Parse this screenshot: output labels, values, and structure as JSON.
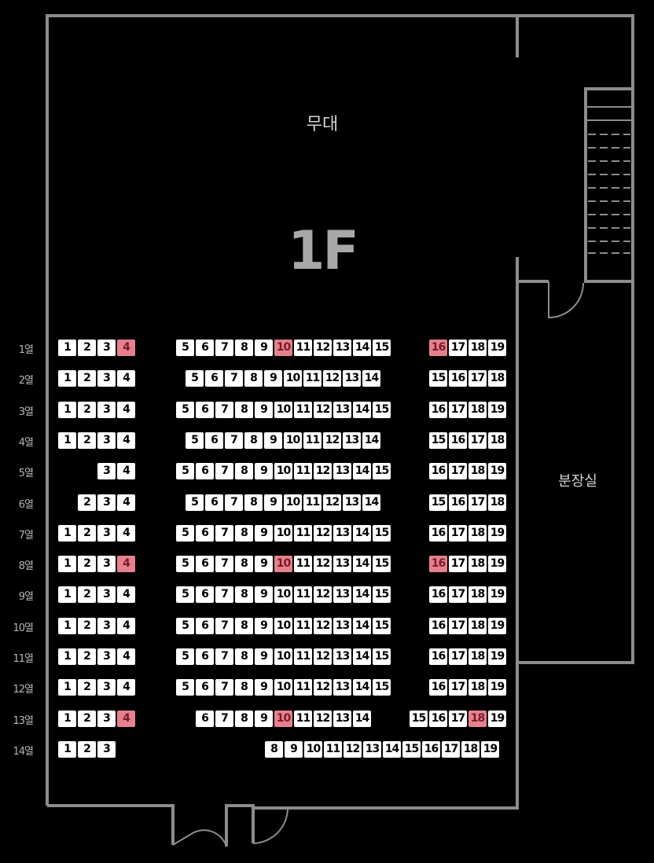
{
  "floor": "1F",
  "stage_label": "무대",
  "dressing_room_label": "분장실",
  "colors": {
    "background": "#000000",
    "wall": "#8c8c8c",
    "seat": "#ffffff",
    "reserved": "#e5818d"
  },
  "rows": [
    {
      "label": "1열",
      "groups": [
        [
          1,
          2,
          3,
          4
        ],
        [
          5,
          6,
          7,
          8,
          9,
          10,
          11,
          12,
          13,
          14,
          15
        ],
        [
          16,
          17,
          18,
          19
        ]
      ],
      "reserved": [
        4,
        10,
        16
      ]
    },
    {
      "label": "2열",
      "groups": [
        [
          1,
          2,
          3,
          4
        ],
        [
          5,
          6,
          7,
          8,
          9,
          10,
          11,
          12,
          13,
          14
        ],
        [
          15,
          16,
          17,
          18
        ]
      ],
      "reserved": []
    },
    {
      "label": "3열",
      "groups": [
        [
          1,
          2,
          3,
          4
        ],
        [
          5,
          6,
          7,
          8,
          9,
          10,
          11,
          12,
          13,
          14,
          15
        ],
        [
          16,
          17,
          18,
          19
        ]
      ],
      "reserved": []
    },
    {
      "label": "4열",
      "groups": [
        [
          1,
          2,
          3,
          4
        ],
        [
          5,
          6,
          7,
          8,
          9,
          10,
          11,
          12,
          13,
          14
        ],
        [
          15,
          16,
          17,
          18
        ]
      ],
      "reserved": []
    },
    {
      "label": "5열",
      "groups": [
        [
          3,
          4
        ],
        [
          5,
          6,
          7,
          8,
          9,
          10,
          11,
          12,
          13,
          14,
          15
        ],
        [
          16,
          17,
          18,
          19
        ]
      ],
      "reserved": []
    },
    {
      "label": "6열",
      "groups": [
        [
          2,
          3,
          4
        ],
        [
          5,
          6,
          7,
          8,
          9,
          10,
          11,
          12,
          13,
          14
        ],
        [
          15,
          16,
          17,
          18
        ]
      ],
      "reserved": []
    },
    {
      "label": "7열",
      "groups": [
        [
          1,
          2,
          3,
          4
        ],
        [
          5,
          6,
          7,
          8,
          9,
          10,
          11,
          12,
          13,
          14,
          15
        ],
        [
          16,
          17,
          18,
          19
        ]
      ],
      "reserved": []
    },
    {
      "label": "8열",
      "groups": [
        [
          1,
          2,
          3,
          4
        ],
        [
          5,
          6,
          7,
          8,
          9,
          10,
          11,
          12,
          13,
          14,
          15
        ],
        [
          16,
          17,
          18,
          19
        ]
      ],
      "reserved": [
        4,
        10,
        16
      ]
    },
    {
      "label": "9열",
      "groups": [
        [
          1,
          2,
          3,
          4
        ],
        [
          5,
          6,
          7,
          8,
          9,
          10,
          11,
          12,
          13,
          14,
          15
        ],
        [
          16,
          17,
          18,
          19
        ]
      ],
      "reserved": []
    },
    {
      "label": "10열",
      "groups": [
        [
          1,
          2,
          3,
          4
        ],
        [
          5,
          6,
          7,
          8,
          9,
          10,
          11,
          12,
          13,
          14,
          15
        ],
        [
          16,
          17,
          18,
          19
        ]
      ],
      "reserved": []
    },
    {
      "label": "11열",
      "groups": [
        [
          1,
          2,
          3,
          4
        ],
        [
          5,
          6,
          7,
          8,
          9,
          10,
          11,
          12,
          13,
          14,
          15
        ],
        [
          16,
          17,
          18,
          19
        ]
      ],
      "reserved": []
    },
    {
      "label": "12열",
      "groups": [
        [
          1,
          2,
          3,
          4
        ],
        [
          5,
          6,
          7,
          8,
          9,
          10,
          11,
          12,
          13,
          14,
          15
        ],
        [
          16,
          17,
          18,
          19
        ]
      ],
      "reserved": []
    },
    {
      "label": "13열",
      "groups": [
        [
          1,
          2,
          3,
          4
        ],
        [
          6,
          7,
          8,
          9,
          10,
          11,
          12,
          13,
          14
        ],
        [
          15,
          16,
          17,
          18,
          19
        ]
      ],
      "reserved": [
        4,
        10,
        18
      ]
    },
    {
      "label": "14열",
      "groups": [
        [
          1,
          2,
          3
        ],
        [
          8,
          9,
          10,
          11,
          12,
          13,
          14,
          15,
          16,
          17,
          18,
          19
        ]
      ],
      "reserved": []
    }
  ]
}
